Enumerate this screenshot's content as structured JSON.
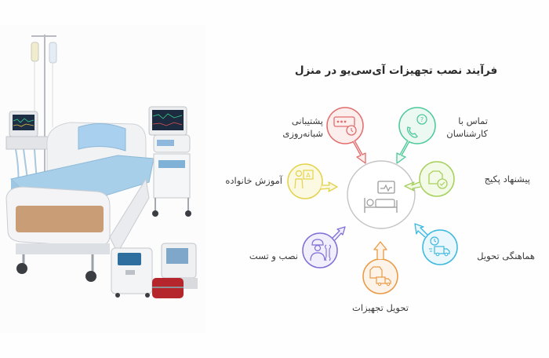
{
  "title": "فرآیند نصب تجهیزات آی‌سی‌یو در منزل",
  "photo": {
    "description": "ICU hospital bed with IV pole, patient monitors, ventilator and medical devices"
  },
  "center": {
    "icon": "bed-monitor-icon",
    "color": "#9a9a9a"
  },
  "steps": [
    {
      "label_line1": "تماس با",
      "label_line2": "کارشناسان",
      "icon": "phone-support-icon",
      "color": "#4fc99a"
    },
    {
      "label_line1": "پیشنهاد پکیج",
      "label_line2": "",
      "icon": "package-check-icon",
      "color": "#a6d05c"
    },
    {
      "label_line1": "هماهنگی تحویل",
      "label_line2": "",
      "icon": "delivery-clock-icon",
      "color": "#3db8de"
    },
    {
      "label_line1": "تحویل تجهیزات",
      "label_line2": "",
      "icon": "box-truck-icon",
      "color": "#e99a45"
    },
    {
      "label_line1": "نصب و تست",
      "label_line2": "",
      "icon": "technician-wrench-icon",
      "color": "#7f6fd6"
    },
    {
      "label_line1": "آموزش خانواده",
      "label_line2": "",
      "icon": "teacher-board-icon",
      "color": "#e3d24a"
    },
    {
      "label_line1": "پشتیبانی",
      "label_line2": "شبانه‌روزی",
      "icon": "support-clock-icon",
      "color": "#e26d6d"
    }
  ]
}
